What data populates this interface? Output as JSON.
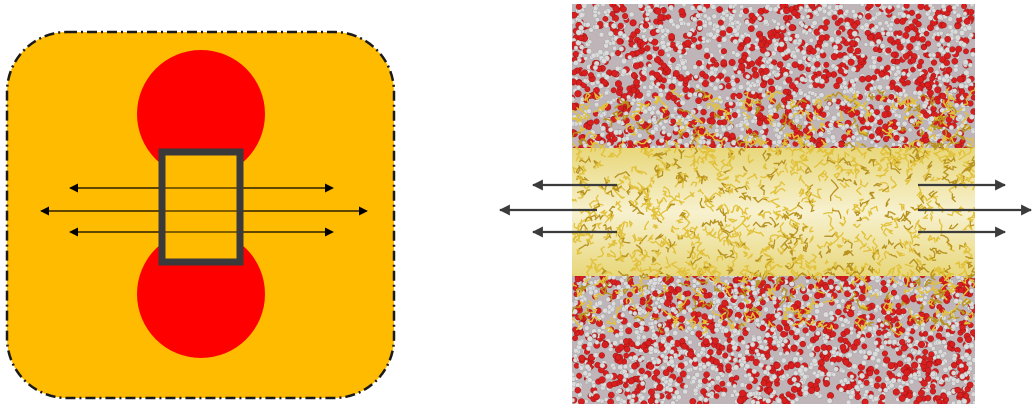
{
  "figure": {
    "left_panel": {
      "name": "schematic-bilayer-stretch",
      "colors": {
        "background": "#FFBB00",
        "border": "#1a1a1a",
        "circle": "#FF0000",
        "rectangle_stroke": "#3a3a3a",
        "arrow": "#000000"
      }
    },
    "right_panel": {
      "name": "md-snapshot-bilayer-stretch",
      "colors": {
        "water_oxygen": "#D81E1E",
        "water_hydrogen": "#DCDCDC",
        "water_background": "#B9AFB3",
        "lipid": "#E2C13A",
        "lipid_dark": "#B8921C",
        "core_background": "#F5EFC8",
        "arrow": "#3b3b3b"
      }
    },
    "arrows": {
      "left_panel_count": 3,
      "right_panel_count": 6,
      "direction": "outward-horizontal"
    }
  }
}
